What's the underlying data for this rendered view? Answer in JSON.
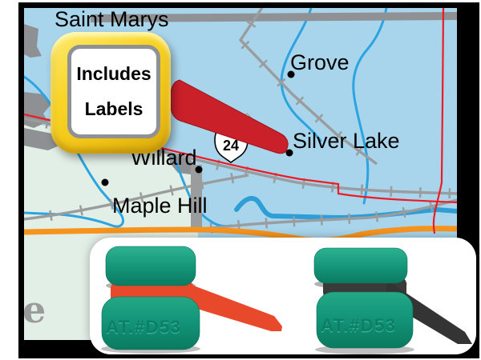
{
  "map": {
    "towns": [
      {
        "name": "Saint Marys"
      },
      {
        "name": "Grove"
      },
      {
        "name": "Silver Lake"
      },
      {
        "name": "Willard"
      },
      {
        "name": "Maple Hill"
      }
    ],
    "route_shield": "24",
    "watermark_letter": "e",
    "colors": {
      "water": "#a9d5ec",
      "land": "#e2efe6",
      "urban": "#8e9093",
      "road_grey": "#9a9c9e",
      "highway_orange": "#f7941e",
      "boundary_red": "#ed1c24",
      "river_blue": "#2ba4e0",
      "marker_red": "#c9202a"
    }
  },
  "badge": {
    "line1": "Includes",
    "line2": "Labels"
  },
  "products": {
    "left_pin": {
      "embossed_text": "AT.#D53",
      "flag_color": "#e8492b",
      "base_color": "#149478"
    },
    "right_pin": {
      "embossed_text": "AT.#D53",
      "flag_color": "#3a3a3a",
      "base_color": "#149478"
    }
  }
}
